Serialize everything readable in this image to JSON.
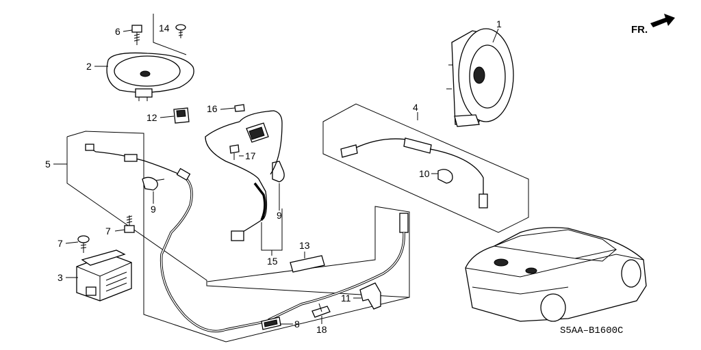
{
  "diagram": {
    "code": "S5AA–B1600C",
    "direction_label": "FR.",
    "callouts": [
      {
        "id": "c1",
        "text": "1"
      },
      {
        "id": "c2",
        "text": "2"
      },
      {
        "id": "c3",
        "text": "3"
      },
      {
        "id": "c4",
        "text": "4"
      },
      {
        "id": "c5",
        "text": "5"
      },
      {
        "id": "c6",
        "text": "6"
      },
      {
        "id": "c7a",
        "text": "7"
      },
      {
        "id": "c7b",
        "text": "7"
      },
      {
        "id": "c8",
        "text": "8"
      },
      {
        "id": "c9a",
        "text": "9"
      },
      {
        "id": "c9b",
        "text": "9"
      },
      {
        "id": "c10",
        "text": "10"
      },
      {
        "id": "c11",
        "text": "11"
      },
      {
        "id": "c12",
        "text": "12"
      },
      {
        "id": "c13",
        "text": "13"
      },
      {
        "id": "c14",
        "text": "14"
      },
      {
        "id": "c15",
        "text": "15"
      },
      {
        "id": "c16",
        "text": "16"
      },
      {
        "id": "c17",
        "text": "17"
      },
      {
        "id": "c18",
        "text": "18"
      }
    ]
  }
}
